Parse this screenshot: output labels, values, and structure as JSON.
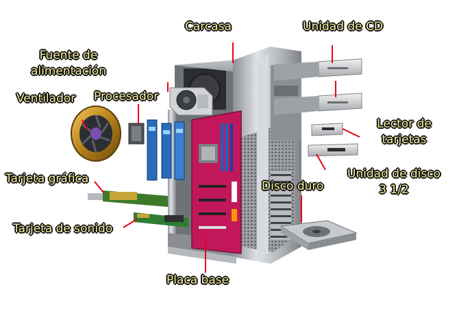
{
  "labels": {
    "carcasa": "Carcasa",
    "unidad_cd": "Unidad de CD",
    "fuente_line1": "Fuente de",
    "fuente_line2": "alimentación",
    "ventilador": "Ventilador",
    "procesador": "Procesador",
    "lector_line1": "Lector de",
    "lector_line2": "tarjetas",
    "tarjeta_grafica": "Tarjeta gráfica",
    "unidad_disco_line1": "Unidad de disco",
    "unidad_disco_line2": "3 1/2",
    "disco_duro": "Disco duro",
    "tarjeta_sonido": "Tarjeta de sonido",
    "placa_base": "Placa base"
  },
  "colors": {
    "label_fill": "#f4ee9c",
    "label_outline": "#111111",
    "leader_line": "#e8001a",
    "case_metal": "#c4c7cc",
    "motherboard": "#c2185b"
  }
}
